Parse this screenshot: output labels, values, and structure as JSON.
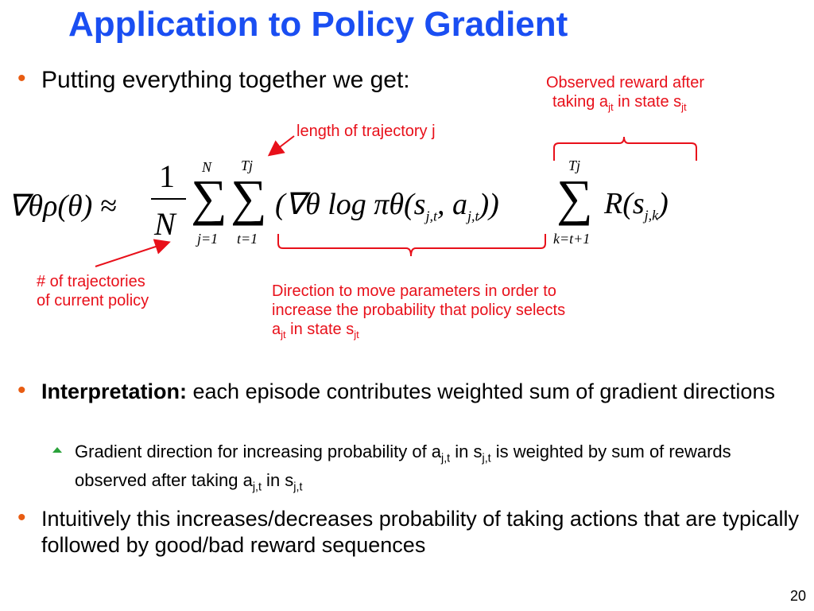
{
  "title": "Application to Policy Gradient",
  "bullets": {
    "b1": "Putting everything together we get:",
    "b2_bold": "Interpretation:",
    "b2_rest": " each episode contributes weighted sum of gradient directions",
    "sub_p1": "Gradient direction for increasing probability of a",
    "sub_p2": " in s",
    "sub_p3": " is weighted by sum of rewards observed after taking a",
    "sub_p4": " in s",
    "sub_jt": "j,t",
    "b3": "Intuitively this increases/decreases probability of taking actions that are typically followed by good/bad reward sequences"
  },
  "annotations": {
    "observed_line1": "Observed reward after",
    "observed_line2a": "taking a",
    "observed_line2b": " in state s",
    "jt": "jt",
    "length": "length of trajectory j",
    "trajectories_line1": "# of trajectories",
    "trajectories_line2": "of current policy",
    "direction_line1": "Direction to move parameters in order to",
    "direction_line2": "increase the probability that policy selects",
    "direction_line3a": "a",
    "direction_line3b": " in state s"
  },
  "equation": {
    "lhs": "∇θρ(θ) ≈",
    "frac_num": "1",
    "frac_den": "N",
    "sum1_top": "N",
    "sum1_bottom": "j=1",
    "sum2_top": "Tj",
    "sum2_bottom": "t=1",
    "grad_term": "(∇θ log πθ(s",
    "grad_sub1": "j,t",
    "grad_mid": ", a",
    "grad_sub2": "j,t",
    "grad_close": "))",
    "sum3_top": "Tj",
    "sum3_bottom": "k=t+1",
    "reward": "R(s",
    "reward_sub": "j,k",
    "reward_close": ")",
    "sigma": "∑"
  },
  "page_number": "20",
  "colors": {
    "title": "#1a4ef2",
    "annotation": "#e8101a",
    "bullet": "#e85c12",
    "sub_bullet": "#2aa23a"
  }
}
